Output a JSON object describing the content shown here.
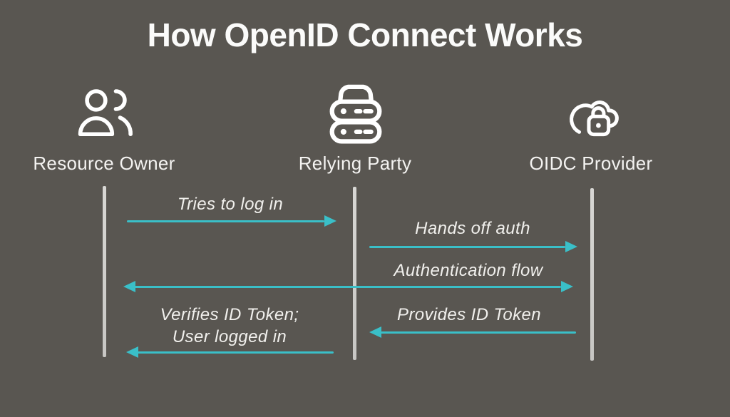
{
  "title": "How OpenID Connect Works",
  "colors": {
    "background": "#595651",
    "title_text": "#fbfbfa",
    "label_text": "#f1f0ed",
    "arrow": "#3abfc8",
    "lifeline": "#cfcecb",
    "icon_stroke": "#ffffff"
  },
  "actors": [
    {
      "id": "resource-owner",
      "label": "Resource Owner",
      "icon": "users-icon"
    },
    {
      "id": "relying-party",
      "label": "Relying Party",
      "icon": "server-icon"
    },
    {
      "id": "oidc-provider",
      "label": "OIDC Provider",
      "icon": "cloud-lock-icon"
    }
  ],
  "messages": [
    {
      "label": "Tries to log in",
      "from": "resource-owner",
      "to": "relying-party",
      "direction": "right"
    },
    {
      "label": "Hands off auth",
      "from": "relying-party",
      "to": "oidc-provider",
      "direction": "right"
    },
    {
      "label": "Authentication flow",
      "from": "oidc-provider",
      "to": "resource-owner",
      "direction": "both"
    },
    {
      "label": "Provides ID Token",
      "from": "oidc-provider",
      "to": "relying-party",
      "direction": "left"
    },
    {
      "label": "Verifies ID Token; User logged in",
      "lines": [
        "Verifies ID Token;",
        "User logged in"
      ],
      "from": "relying-party",
      "to": "resource-owner",
      "direction": "left"
    }
  ]
}
